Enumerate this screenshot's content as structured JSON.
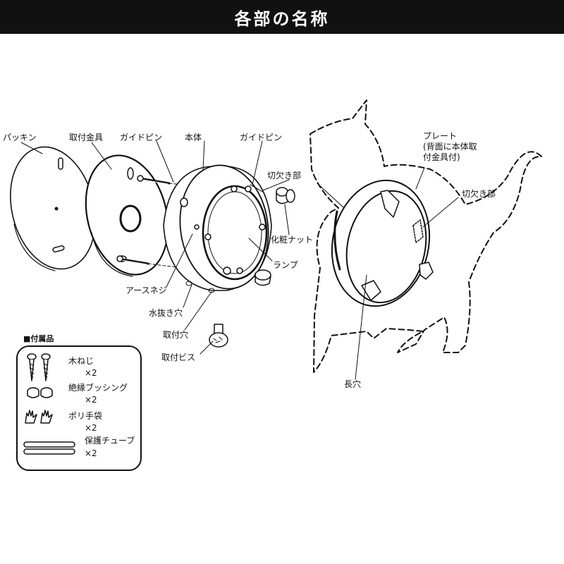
{
  "header": {
    "title": "各部の名称"
  },
  "labels": {
    "packing": "パッキン",
    "mounting_bracket": "取付金具",
    "guide_pin_left": "ガイドピン",
    "body": "本体",
    "guide_pin_right": "ガイドピン",
    "notch_left": "切欠き部",
    "plate": "プレート\n(背面に本体取\n付金具付)",
    "notch_right": "切欠き部",
    "decorative_nut": "化粧ナット",
    "lamp": "ランプ",
    "earth_screw": "アースネジ",
    "drain_hole": "水抜き穴",
    "mounting_hole": "取付穴",
    "mounting_screw": "取付ビス",
    "slot": "長穴"
  },
  "accessories": {
    "title": "■付属品",
    "items": [
      {
        "name": "木ねじ",
        "qty": "×2",
        "icon": "wood-screw-icon"
      },
      {
        "name": "絶縁ブッシング",
        "qty": "×2",
        "icon": "insulating-bushing-icon"
      },
      {
        "name": "ポリ手袋",
        "qty": "×2",
        "icon": "poly-glove-icon"
      },
      {
        "name": "保護チューブ",
        "qty": "×2",
        "icon": "protective-tube-icon"
      }
    ]
  },
  "colors": {
    "header_bg": "#111111",
    "header_text": "#ffffff",
    "line": "#111111"
  }
}
